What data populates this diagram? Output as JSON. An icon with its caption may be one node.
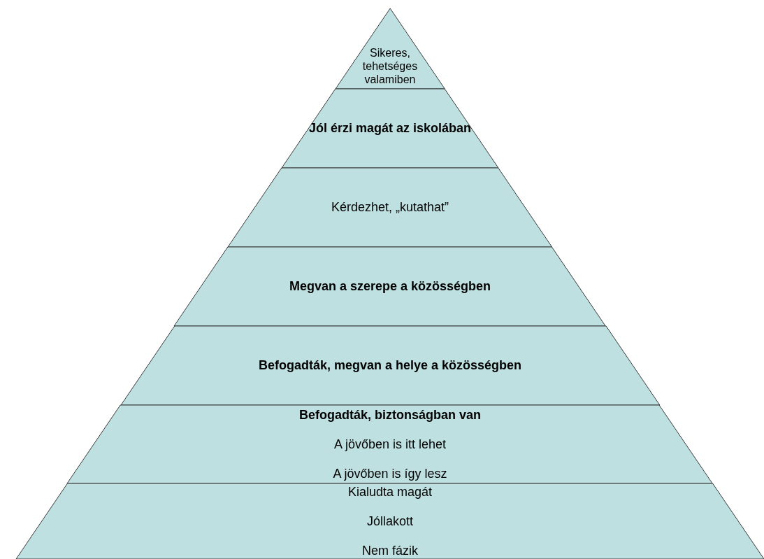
{
  "diagram": {
    "nodes": [
      {
        "text": [
          "Sikeres, tehetséges valamiben"
        ]
      },
      {
        "text": [
          "Jól érzi magát az iskolában"
        ]
      },
      {
        "text": [
          "Kérdezhet, „kutathat”"
        ]
      },
      {
        "text": [
          "Megvan a szerepe a közösségben"
        ]
      },
      {
        "text": [
          "Befogadták, megvan a helye a közösségben"
        ]
      },
      {
        "text": [
          "Befogadták, biztonságban van",
          "A jövőben is itt lehet",
          "A jövőben is így lesz"
        ]
      },
      {
        "text": [
          "Kialudta magát",
          "Jóllakott",
          "Nem fázik"
        ]
      }
    ]
  }
}
